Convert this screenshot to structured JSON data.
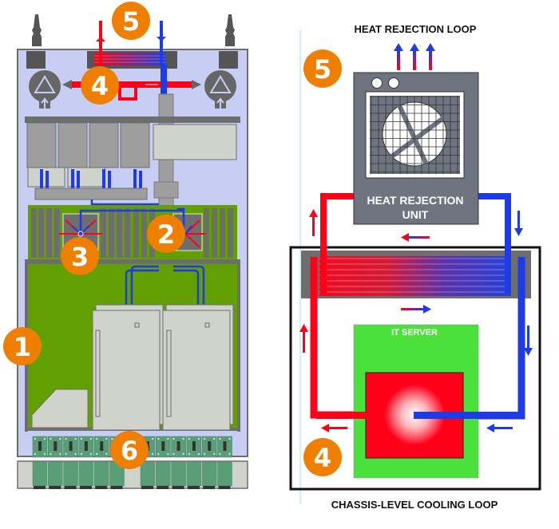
{
  "colors": {
    "badge": "#EE7F00",
    "hot": "#FF0019",
    "cold": "#1F3BE6",
    "chassis_bg": "#C8CEF3",
    "chassis_border": "#6E6E6E",
    "component_gray": "#9D9E9D",
    "component_light": "#CFD3CC",
    "board_green": "#62A001",
    "terminal_green": "#5A9E78",
    "server_green": "#4CE03C",
    "hru_gray": "#6E7580"
  },
  "left_panel": {
    "title": "Chassis cutaway view",
    "badges": [
      {
        "id": "1",
        "label": "1"
      },
      {
        "id": "2",
        "label": "2"
      },
      {
        "id": "3",
        "label": "3"
      },
      {
        "id": "4",
        "label": "4"
      },
      {
        "id": "5",
        "label": "5"
      },
      {
        "id": "6",
        "label": "6"
      }
    ]
  },
  "right_panel": {
    "top_title": "HEAT REJECTION LOOP",
    "bottom_title": "CHASSIS-LEVEL COOLING LOOP",
    "hru_label_line1": "HEAT REJECTION",
    "hru_label_line2": "UNIT",
    "server_label": "IT SERVER",
    "badges": [
      {
        "id": "5",
        "label": "5"
      },
      {
        "id": "4",
        "label": "4"
      }
    ]
  }
}
